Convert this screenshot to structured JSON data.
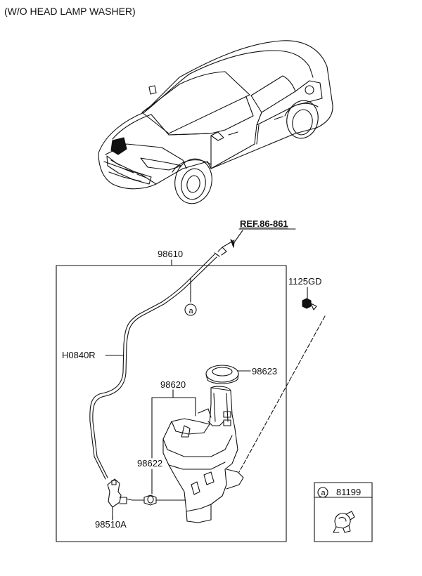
{
  "title": "(W/O HEAD LAMP WASHER)",
  "ref_label": "REF.86-861",
  "parts": {
    "assembly": "98610",
    "hose": "H0840R",
    "bolt": "1125GD",
    "cap": "98623",
    "reservoir": "98620",
    "grommet": "98622",
    "pump": "98510A",
    "clip": "81199"
  },
  "callout_letter": "a"
}
